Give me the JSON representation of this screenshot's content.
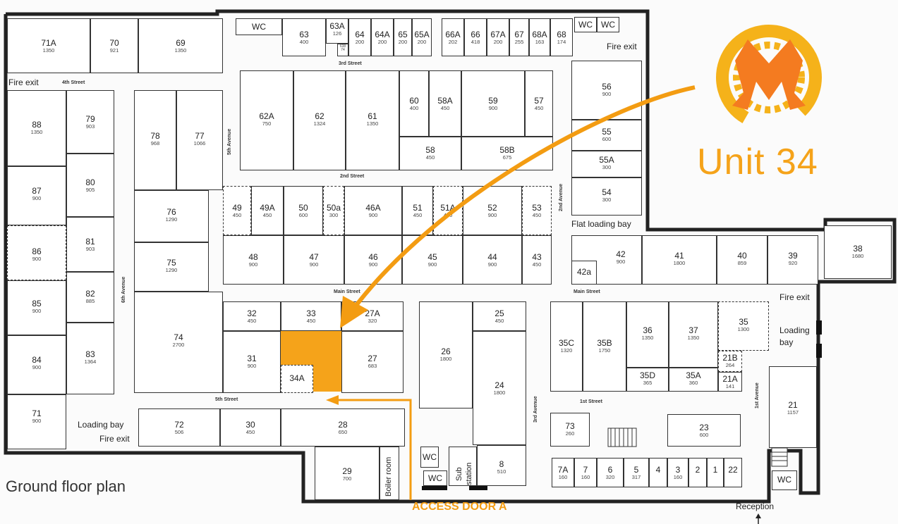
{
  "title": "Ground floor plan",
  "unit_title": "Unit 34",
  "access_label": "ACCESS DOOR A",
  "reception_label": "Reception",
  "colors": {
    "highlight": "#f5a31a",
    "arrow": "#f39c12",
    "wall": "#222222",
    "logo_orange": "#f47b20",
    "logo_yellow": "#f5b21a"
  },
  "icons": {
    "logo": "gear-m-logo-icon",
    "reception_arrow": "up-arrow-icon"
  },
  "streets": {
    "s1": "1st Street",
    "s2": "2nd Street",
    "s3": "3rd Street",
    "s4": "4th Street",
    "s5": "5th Street",
    "main1": "Main Street",
    "main2": "Main Street",
    "a1": "1st Avenue",
    "a2": "2nd Avenue",
    "a3": "3rd Avenue",
    "a5": "5th Avenue",
    "a6": "6th Avenue"
  },
  "labels": {
    "fire_exit_1": "Fire exit",
    "fire_exit_2": "Fire exit",
    "fire_exit_3": "Fire exit",
    "fire_exit_4": "Fire exit",
    "loading_bay": "Loading bay",
    "loading_bay_2": "Loading",
    "loading_bay_3": "bay",
    "flat_loading_bay": "Flat loading bay",
    "wc1": "WC",
    "wc2": "WC",
    "wc3": "WC",
    "wc4": "WC",
    "wc5": "WC",
    "wc6": "WC",
    "boiler": "Boiler room",
    "sub": "Sub",
    "station": "station"
  },
  "units": {
    "u71A": {
      "n": "71A",
      "s": "1350"
    },
    "u70": {
      "n": "70",
      "s": "921"
    },
    "u69": {
      "n": "69",
      "s": "1350"
    },
    "u63": {
      "n": "63",
      "s": "400"
    },
    "u63A": {
      "n": "63A",
      "s": "126"
    },
    "u63b": {
      "n": "",
      "s": "638"
    },
    "u63c": {
      "n": "",
      "s": "74"
    },
    "u64": {
      "n": "64",
      "s": "200"
    },
    "u64A": {
      "n": "64A",
      "s": "200"
    },
    "u65": {
      "n": "65",
      "s": "200"
    },
    "u65A": {
      "n": "65A",
      "s": "200"
    },
    "u66A": {
      "n": "66A",
      "s": "202"
    },
    "u66": {
      "n": "66",
      "s": "418"
    },
    "u67A": {
      "n": "67A",
      "s": "200"
    },
    "u67": {
      "n": "67",
      "s": "255"
    },
    "u68A": {
      "n": "68A",
      "s": "163"
    },
    "u68": {
      "n": "68",
      "s": "174"
    },
    "u88": {
      "n": "88",
      "s": "1350"
    },
    "u79": {
      "n": "79",
      "s": "903"
    },
    "u78": {
      "n": "78",
      "s": "968"
    },
    "u77": {
      "n": "77",
      "s": "1066"
    },
    "u62A": {
      "n": "62A",
      "s": "750"
    },
    "u62": {
      "n": "62",
      "s": "1324"
    },
    "u61": {
      "n": "61",
      "s": "1350"
    },
    "u60": {
      "n": "60",
      "s": "400"
    },
    "u58A": {
      "n": "58A",
      "s": "450"
    },
    "u59": {
      "n": "59",
      "s": "900"
    },
    "u57": {
      "n": "57",
      "s": "450"
    },
    "u58": {
      "n": "58",
      "s": "450"
    },
    "u58B": {
      "n": "58B",
      "s": "675"
    },
    "u56": {
      "n": "56",
      "s": "900"
    },
    "u55": {
      "n": "55",
      "s": "600"
    },
    "u55A": {
      "n": "55A",
      "s": "300"
    },
    "u54": {
      "n": "54",
      "s": "300"
    },
    "u87": {
      "n": "87",
      "s": "900"
    },
    "u80": {
      "n": "80",
      "s": "905"
    },
    "u76": {
      "n": "76",
      "s": "1290"
    },
    "u49": {
      "n": "49",
      "s": "450"
    },
    "u49A": {
      "n": "49A",
      "s": "450"
    },
    "u50": {
      "n": "50",
      "s": "600"
    },
    "u50a": {
      "n": "50a",
      "s": "300"
    },
    "u46A": {
      "n": "46A",
      "s": "900"
    },
    "u51": {
      "n": "51",
      "s": "450"
    },
    "u51A": {
      "n": "51A",
      "s": "450"
    },
    "u52": {
      "n": "52",
      "s": "900"
    },
    "u53": {
      "n": "53",
      "s": "450"
    },
    "u86": {
      "n": "86",
      "s": "900"
    },
    "u81": {
      "n": "81",
      "s": "903"
    },
    "u75": {
      "n": "75",
      "s": "1290"
    },
    "u48": {
      "n": "48",
      "s": "900"
    },
    "u47": {
      "n": "47",
      "s": "900"
    },
    "u46": {
      "n": "46",
      "s": "900"
    },
    "u45": {
      "n": "45",
      "s": "900"
    },
    "u44": {
      "n": "44",
      "s": "900"
    },
    "u43": {
      "n": "43",
      "s": "450"
    },
    "u42": {
      "n": "42",
      "s": "900"
    },
    "u42a": {
      "n": "42a",
      "s": ""
    },
    "u41": {
      "n": "41",
      "s": "1800"
    },
    "u40": {
      "n": "40",
      "s": "859"
    },
    "u39": {
      "n": "39",
      "s": "920"
    },
    "u38": {
      "n": "38",
      "s": "1680"
    },
    "u85": {
      "n": "85",
      "s": "900"
    },
    "u82": {
      "n": "82",
      "s": "885"
    },
    "u74": {
      "n": "74",
      "s": "2700"
    },
    "u32": {
      "n": "32",
      "s": "450"
    },
    "u33": {
      "n": "33",
      "s": "450"
    },
    "u27A": {
      "n": "27A",
      "s": "320"
    },
    "u31": {
      "n": "31",
      "s": "900"
    },
    "u34A": {
      "n": "34A",
      "s": ""
    },
    "u27": {
      "n": "27",
      "s": "683"
    },
    "u26": {
      "n": "26",
      "s": "1800"
    },
    "u25": {
      "n": "25",
      "s": "450"
    },
    "u24": {
      "n": "24",
      "s": "1800"
    },
    "u35C": {
      "n": "35C",
      "s": "1320"
    },
    "u35B": {
      "n": "35B",
      "s": "1750"
    },
    "u36": {
      "n": "36",
      "s": "1350"
    },
    "u37": {
      "n": "37",
      "s": "1350"
    },
    "u35": {
      "n": "35",
      "s": "1300"
    },
    "u35D": {
      "n": "35D",
      "s": "365"
    },
    "u35A": {
      "n": "35A",
      "s": "360"
    },
    "u21B": {
      "n": "21B",
      "s": "264"
    },
    "u21A": {
      "n": "21A",
      "s": "141"
    },
    "u21": {
      "n": "21",
      "s": "1157"
    },
    "u84": {
      "n": "84",
      "s": "900"
    },
    "u83": {
      "n": "83",
      "s": "1364"
    },
    "u71": {
      "n": "71",
      "s": "900"
    },
    "u72": {
      "n": "72",
      "s": "506"
    },
    "u30": {
      "n": "30",
      "s": "450"
    },
    "u28": {
      "n": "28",
      "s": "650"
    },
    "u29": {
      "n": "29",
      "s": "700"
    },
    "u8": {
      "n": "8",
      "s": "510"
    },
    "u73": {
      "n": "73",
      "s": "260"
    },
    "u23": {
      "n": "23",
      "s": "600"
    },
    "u7A": {
      "n": "7A",
      "s": "160"
    },
    "u7": {
      "n": "7",
      "s": "160"
    },
    "u6": {
      "n": "6",
      "s": "320"
    },
    "u5": {
      "n": "5",
      "s": "317"
    },
    "u4": {
      "n": "4",
      "s": ""
    },
    "u3": {
      "n": "3",
      "s": "160"
    },
    "u2": {
      "n": "2",
      "s": ""
    },
    "u1": {
      "n": "1",
      "s": ""
    },
    "u22": {
      "n": "22",
      "s": ""
    }
  }
}
